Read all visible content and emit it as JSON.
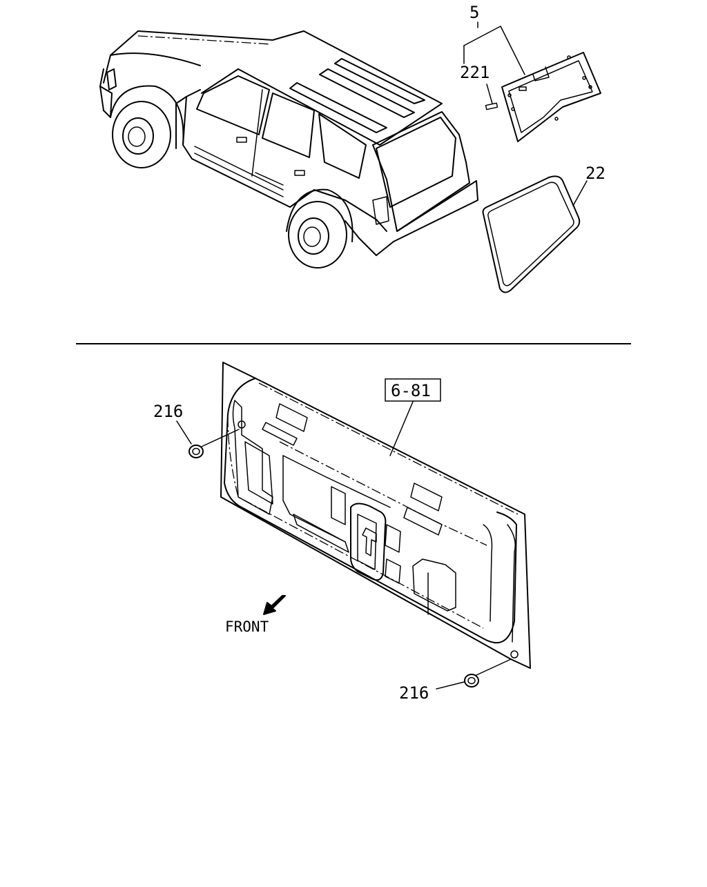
{
  "callouts": {
    "part_5": "5",
    "part_221": "221",
    "part_22": "22",
    "part_6_81": "6-81",
    "part_216_top": "216",
    "part_216_bottom": "216"
  },
  "direction_label": "FRONT"
}
